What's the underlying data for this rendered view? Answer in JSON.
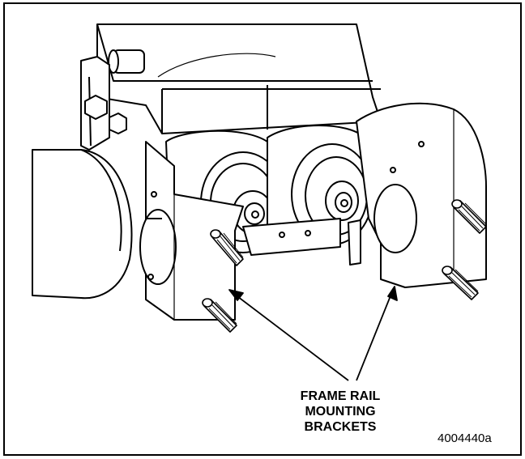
{
  "callout": {
    "line1": "FRAME RAIL",
    "line2": "MOUNTING",
    "line3": "BRACKETS"
  },
  "figure_number": "4004440a",
  "colors": {
    "ink": "#000000",
    "paper": "#ffffff",
    "shade": "#d9d9d9"
  }
}
